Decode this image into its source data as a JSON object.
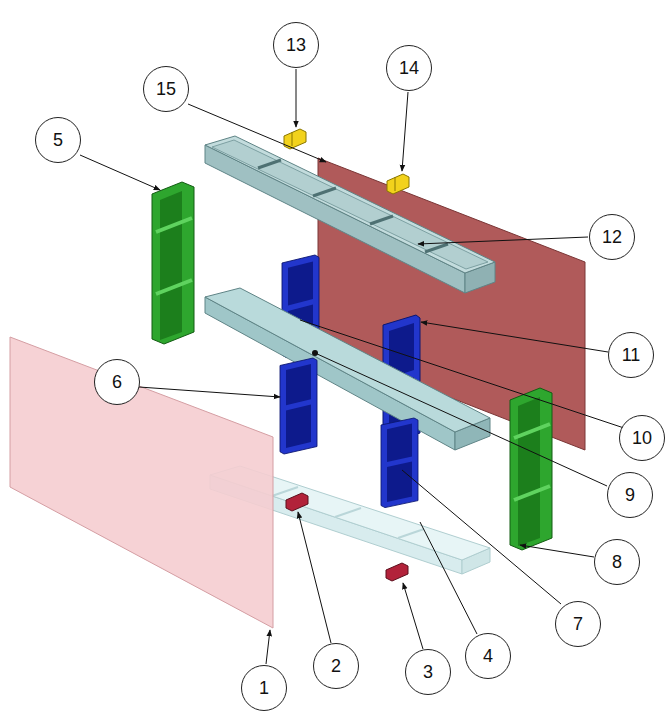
{
  "diagram": {
    "labels": [
      "13",
      "14",
      "15",
      "5",
      "12",
      "11",
      "6",
      "10",
      "9",
      "8",
      "7",
      "4",
      "2",
      "3",
      "1"
    ]
  }
}
